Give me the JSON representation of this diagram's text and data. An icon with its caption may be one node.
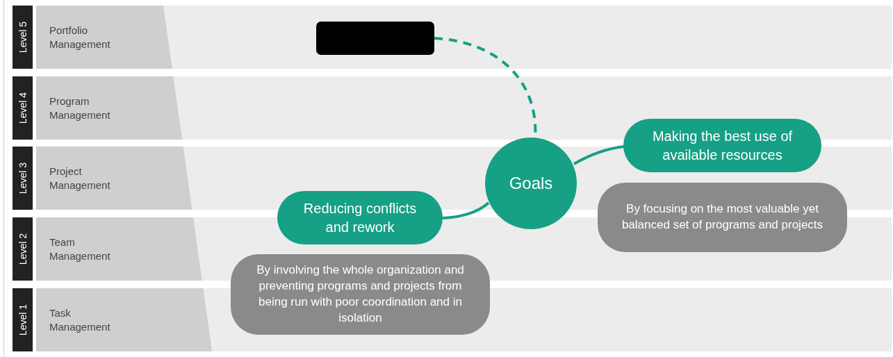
{
  "diagram": {
    "nodes": [
      {
        "text": [
          "Level 5"
        ]
      },
      {
        "text": [
          "Portfolio Management"
        ]
      },
      {
        "text": [
          "Level 4"
        ]
      },
      {
        "text": [
          "Program Management"
        ]
      },
      {
        "text": [
          "Level 3"
        ]
      },
      {
        "text": [
          "Project Management"
        ]
      },
      {
        "text": [
          "Level 2"
        ]
      },
      {
        "text": [
          "Team Management"
        ]
      },
      {
        "text": [
          "Level 1"
        ]
      },
      {
        "text": [
          "Task Management"
        ]
      },
      {
        "text": [],
        "shape": "box"
      },
      {
        "text": [
          "Goals"
        ]
      },
      {
        "text": [
          "Making the best use of available resources"
        ]
      },
      {
        "text": [
          "By focusing on the most valuable yet balanced set of programs and projects"
        ]
      },
      {
        "text": [
          "Reducing conflicts and rework"
        ]
      },
      {
        "text": [
          "By involving the whole organization and preventing programs and projects from being run with poor coordination and in isolation"
        ]
      }
    ],
    "edges": [
      {
        "from": 10,
        "to": 11,
        "arrow": "none",
        "style": "dashed"
      },
      {
        "from": 11,
        "to": 12,
        "arrow": "none"
      },
      {
        "from": 11,
        "to": 14,
        "arrow": "none"
      }
    ]
  }
}
